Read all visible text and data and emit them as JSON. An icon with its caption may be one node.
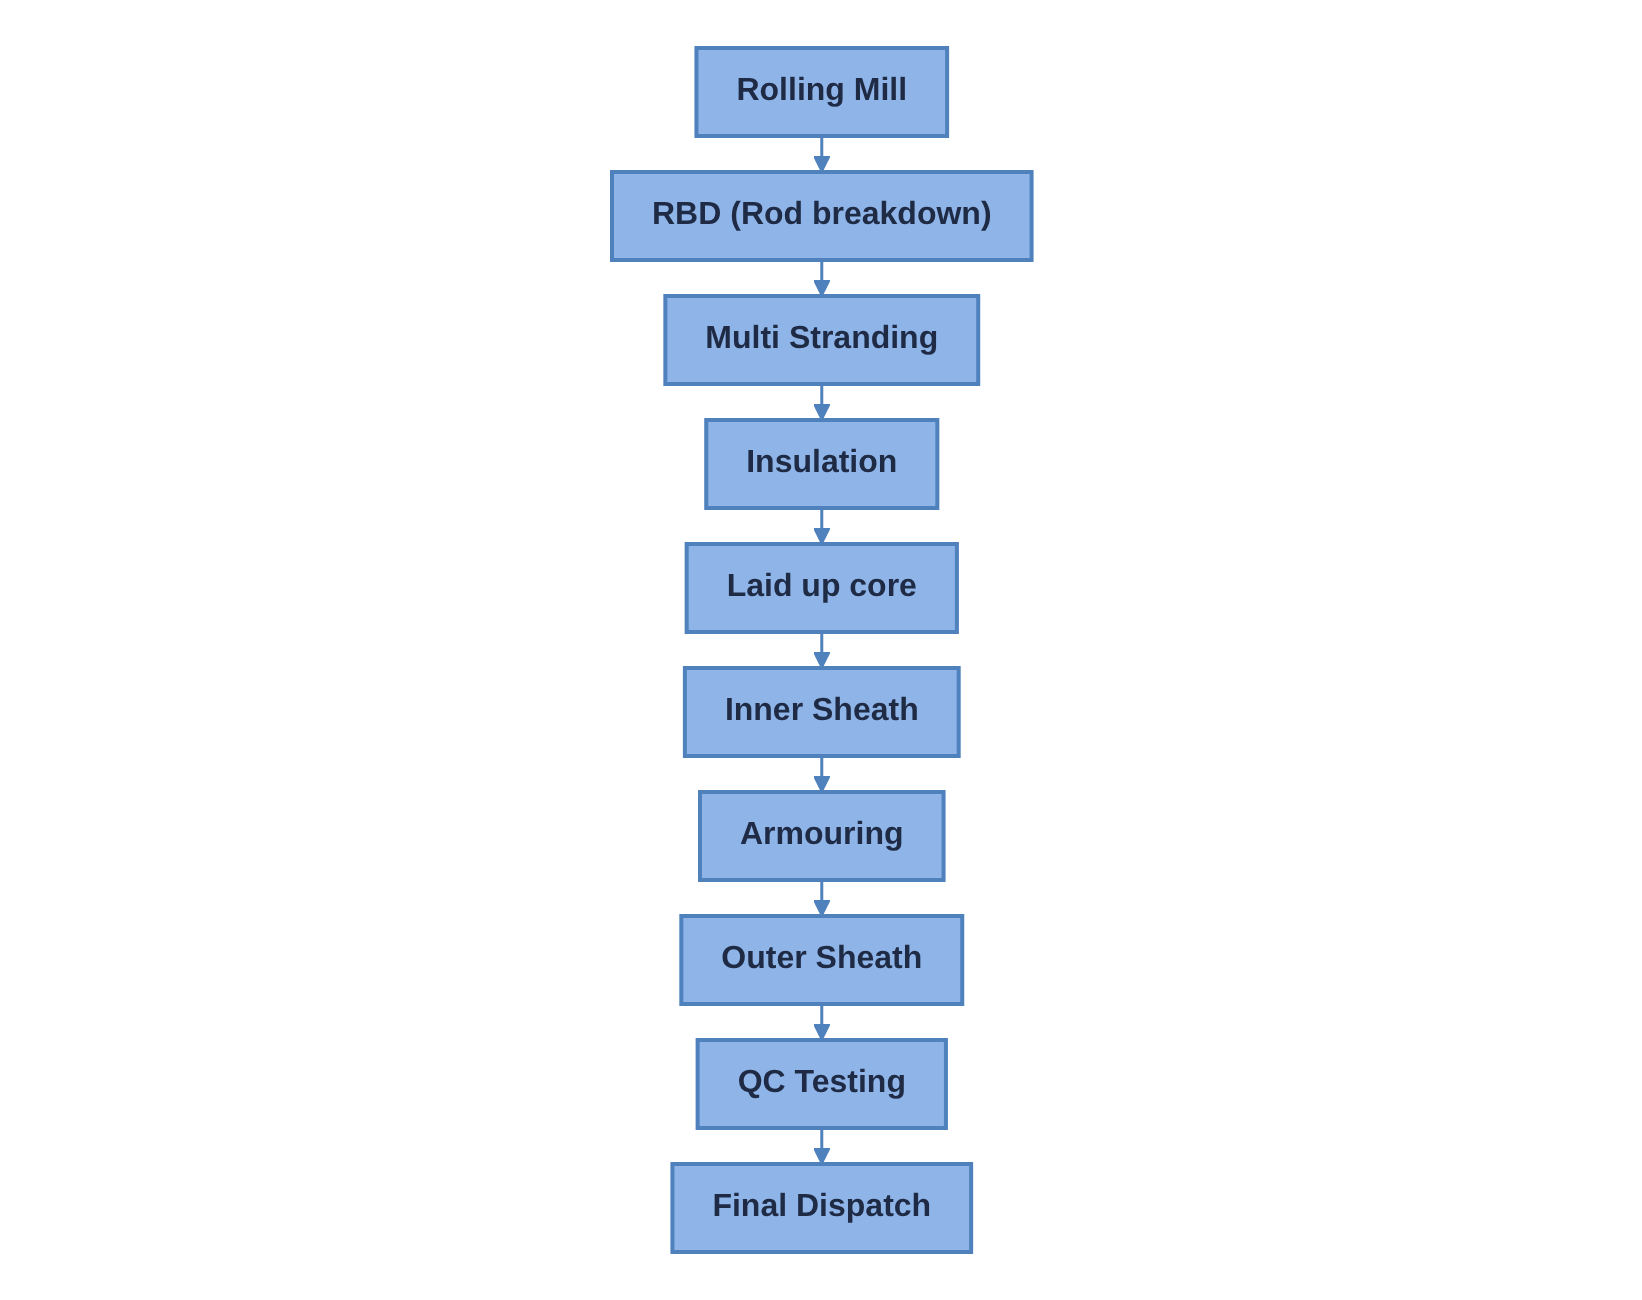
{
  "diagram": {
    "nodes": [
      {
        "text": [
          "Rolling Mill"
        ]
      },
      {
        "text": [
          "RBD (Rod breakdown)"
        ]
      },
      {
        "text": [
          "Multi Stranding"
        ]
      },
      {
        "text": [
          "Insulation"
        ]
      },
      {
        "text": [
          "Laid up core"
        ]
      },
      {
        "text": [
          "Inner Sheath"
        ]
      },
      {
        "text": [
          "Armouring"
        ]
      },
      {
        "text": [
          "Outer Sheath"
        ]
      },
      {
        "text": [
          "QC Testing"
        ]
      },
      {
        "text": [
          "Final Dispatch"
        ]
      }
    ],
    "edges": [
      {
        "from": 0,
        "to": 1,
        "arrow": "to"
      },
      {
        "from": 1,
        "to": 2,
        "arrow": "to"
      },
      {
        "from": 2,
        "to": 3,
        "arrow": "to"
      },
      {
        "from": 3,
        "to": 4,
        "arrow": "to"
      },
      {
        "from": 4,
        "to": 5,
        "arrow": "to"
      },
      {
        "from": 5,
        "to": 6,
        "arrow": "to"
      },
      {
        "from": 6,
        "to": 7,
        "arrow": "to"
      },
      {
        "from": 7,
        "to": 8,
        "arrow": "to"
      },
      {
        "from": 8,
        "to": 9,
        "arrow": "to"
      }
    ]
  }
}
